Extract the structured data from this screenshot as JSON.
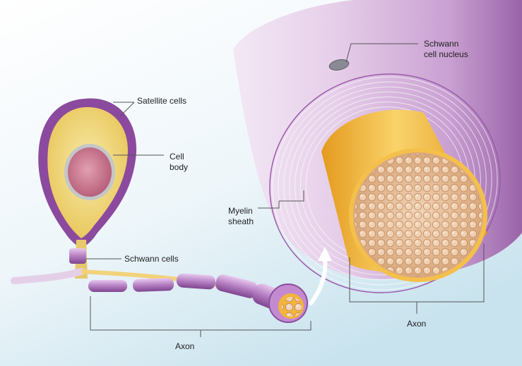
{
  "labels": {
    "satellite_cells": "Satellite cells",
    "cell_body": "Cell\nbody",
    "schwann_cells": "Schwann cells",
    "axon_left": "Axon",
    "myelin_sheath": "Myelin\nsheath",
    "schwann_nucleus": "Schwann\ncell nucleus",
    "axon_right": "Axon"
  },
  "colors": {
    "background_top": "#ffffff",
    "background_bottom": "#c9e3ee",
    "myelin_purple": "#c9a0d2",
    "myelin_dark": "#8a4f9c",
    "axon_gold": "#f3b53a",
    "axon_core": "#e9c9a8",
    "nucleus_pink": "#c9788f",
    "leader_line": "#555555"
  }
}
